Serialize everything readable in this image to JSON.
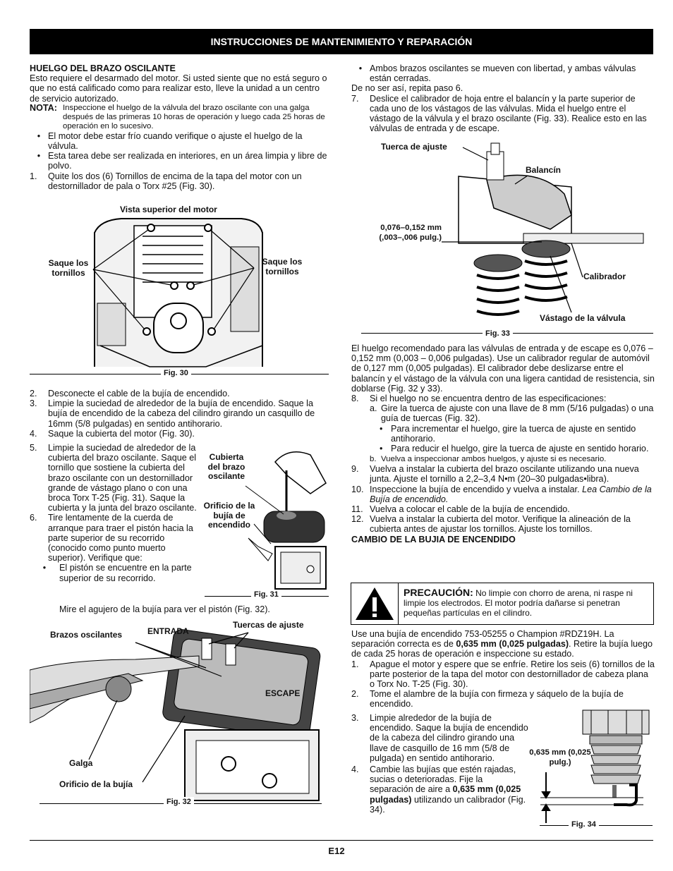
{
  "header": {
    "title": "INSTRUCCIONES DE MANTENIMIENTO Y REPARACIÓN"
  },
  "left": {
    "heading": "HUELGO DEL BRAZO OSCILANTE",
    "intro": "Esto requiere el desarmado del motor. Si usted siente que no está seguro o que no está calificado como para realizar esto, lleve la unidad a un centro de servicio autorizado.",
    "nota_label": "NOTA:",
    "nota_text": "Inspeccione el huelgo de la válvula del brazo oscilante con una galga después de las primeras 10 horas de operación y luego cada 25 horas de operación en lo sucesivo.",
    "bullet1": "El motor debe estar frío cuando verifique o ajuste el huelgo de la válvula.",
    "bullet2": "Esta tarea debe ser realizada en interiores, en un área limpia y libre de polvo.",
    "step1_num": "1.",
    "step1": "Quite los dos (6) Tornillos de encima de la tapa del motor con un destornillador de pala o Torx #25 (Fig. 30).",
    "fig30": {
      "title": "Vista superior del motor",
      "left_label": "Saque los tornillos",
      "right_label": "Saque los tornillos",
      "caption": "Fig. 30"
    },
    "step2_num": "2.",
    "step2": "Desconecte el cable de la bujía de encendido.",
    "step3_num": "3.",
    "step3": "Limpie la suciedad de alrededor de la bujía de encendido. Saque la bujía de encendido de la cabeza del cilindro girando un casquillo de 16mm (5/8 pulgadas) en sentido antihorario.",
    "step4_num": "4.",
    "step4": "Saque la cubierta del motor (Fig. 30).",
    "step5_num": "5.",
    "step5": "Limpie la suciedad de alrededor de la cubierta del brazo oscilante. Saque el tornillo que sostiene la cubierta del brazo oscilante con un destornillador grande de vástago plano o con una broca Torx T-25  (Fig. 31). Saque la cubierta y la junta del brazo oscilante.",
    "step6_num": "6.",
    "step6": "Tire lentamente de la cuerda de arranque para traer el pistón hacia la parte superior de su recorrido (conocido como punto muerto superior). Verifique que:",
    "step6_bullet": "El pistón se encuentre en la parte superior de su recorrido.",
    "step6_tail": "Mire el agujero de la bujía para ver el pistón (Fig. 32).",
    "fig31": {
      "cover": "Cubierta del brazo oscilante",
      "hole": "Orificio de la bujía de encendido",
      "caption": "Fig. 31"
    },
    "fig32": {
      "arms": "Brazos oscilantes",
      "entrada": "ENTRADA",
      "nuts": "Tuercas de ajuste",
      "escape": "ESCAPE",
      "galga": "Galga",
      "hole": "Orificio de la bujía",
      "caption": "Fig. 32"
    }
  },
  "right": {
    "bullet_top": "Ambos brazos oscilantes se mueven con libertad, y ambas válvulas están cerradas.",
    "repeat": "De no ser así, repita paso 6.",
    "step7_num": "7.",
    "step7": "Deslice el calibrador de hoja entre el balancín y la parte superior de cada uno de los vástagos de las válvulas. Mida el huelgo entre el vástago de la válvula y el brazo oscilante (Fig. 33). Realice esto en las válvulas de entrada y de escape.",
    "fig33": {
      "nut": "Tuerca de ajuste",
      "rocker": "Balancín",
      "gap": "0,076–0,152 mm (,003–,006 pulg.)",
      "gauge": "Calibrador",
      "stem": "Vástago de la válvula",
      "caption": "Fig. 33"
    },
    "para": "El huelgo recomendado para las válvulas de entrada y de escape es 0,076 – 0,152 mm (0,003 – 0,006 pulgadas). Use un calibrador regular de automóvil de 0,127 mm (0,005 pulgadas). El calibrador debe deslizarse entre el balancín y el vástago de la válvula con una ligera cantidad de resistencia, sin doblarse (Fig. 32 y 33).",
    "step8_num": "8.",
    "step8": "Si el huelgo no se encuentra dentro de las especificaciones:",
    "step8a_num": "a.",
    "step8a": "Gire la tuerca de ajuste con una llave de 8 mm (5/16 pulgadas) o una guía de tuercas (Fig. 32).",
    "step8a_b1": "Para incrementar el huelgo, gire la tuerca de ajuste en sentido antihorario.",
    "step8a_b2": "Para reducir el huelgo, gire la tuerca de ajuste en sentido horario.",
    "step8b_num": "b.",
    "step8b": "Vuelva a inspeccionar ambos huelgos, y ajuste si es necesario.",
    "step9_num": "9.",
    "step9": "Vuelva a instalar la cubierta del brazo oscilante utilizando una nueva junta. Ajuste el tornillo a 2,2–3,4 N•m (20–30 pulgadas•libra).",
    "step10_num": "10.",
    "step10": "Inspeccione la bujía de encendido y vuelva a instalar.",
    "step10_italic": "Lea Cambio de la Bujía de encendido.",
    "step11_num": "11.",
    "step11": "Vuelva a colocar el cable de la bujía de encendido.",
    "step12_num": "12.",
    "step12": "Vuelva a instalar la cubierta del motor. Verifique la alineación de la cubierta antes de ajustar los tornillos. Ajuste los tornillos.",
    "heading2": "CAMBIO DE LA BUJIA DE ENCENDIDO",
    "caution_label": "PRECAUCIÓN:",
    "caution_text": "No limpie con chorro de arena, ni raspe ni limpie los electrodos. El motor podría dañarse si penetran pequeñas partículas en el cilindro.",
    "plug_a": "Use una bujía de encendido 753-05255 o Champion #RDZ19H. La separación correcta es de ",
    "plug_b": "0,635 mm (0,025 pulgadas)",
    "plug_c": ". Retire la bujía luego de cada 25 horas de operación e inspeccione su estado.",
    "s1_num": "1.",
    "s1": "Apague el motor y espere que se enfríe. Retire los seis (6) tornillos de la parte posterior de la tapa del motor con destornillador de cabeza plana o Torx No. T-25 (Fig. 30).",
    "s2_num": "2.",
    "s2": "Tome el alambre de la bujía con firmeza y sáquelo de la bujía de encendido.",
    "s3_num": "3.",
    "s3": "Limpie alrededor de la bujía de encendido. Saque la bujía de encendido de la cabeza del cilindro girando una llave de casquillo de 16 mm (5/8 de pulgada) en sentido antihorario.",
    "s4_num": "4.",
    "s4a": "Cambie las bujías que estén rajadas, sucias o deterioradas. Fije la separación de aire a ",
    "s4b": "0,635 mm (0,025 pulgadas)",
    "s4c": " utilizando un calibrador (Fig. 34).",
    "fig34": {
      "gap": "0,635 mm (0,025 pulg.)",
      "caption": "Fig. 34"
    }
  },
  "footer": {
    "page": "E12"
  }
}
